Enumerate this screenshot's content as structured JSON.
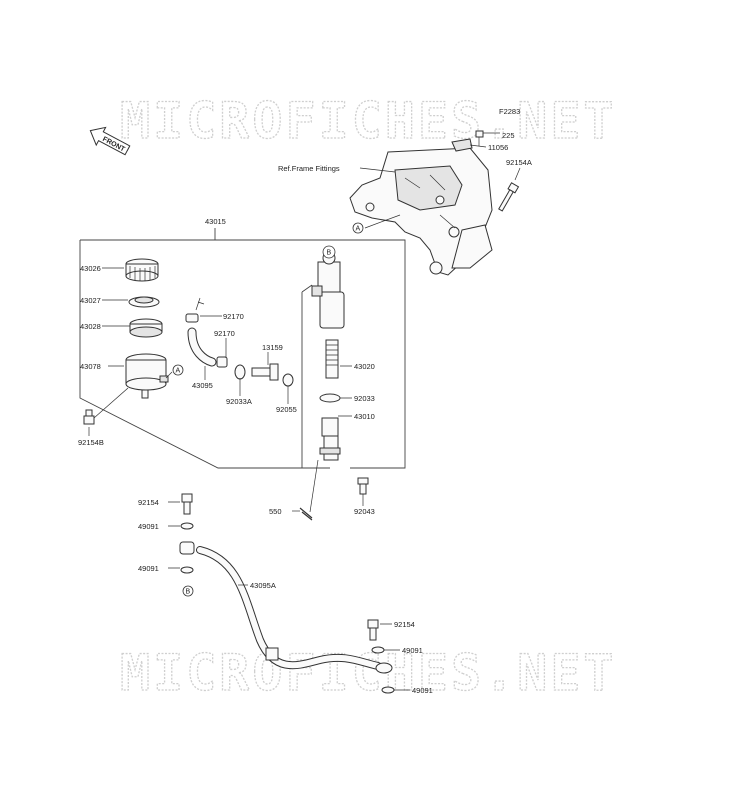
{
  "watermark": {
    "text": "MICROFICHES.NET"
  },
  "front_arrow": {
    "text": "FRONT"
  },
  "ref_note": {
    "text": "Ref.Frame Fittings"
  },
  "callouts": {
    "a": "A",
    "b": "B"
  },
  "labels": {
    "f2283": "F2283",
    "p225": "225",
    "p11056": "11056",
    "p92154a": "92154A",
    "p43015": "43015",
    "p43026": "43026",
    "p43027": "43027",
    "p43028": "43028",
    "p43078": "43078",
    "p92154b": "92154B",
    "p92170a": "92170",
    "p92170b": "92170",
    "p43095": "43095",
    "p92033a": "92033A",
    "p13159": "13159",
    "p92055": "92055",
    "p43020": "43020",
    "p92033": "92033",
    "p43010": "43010",
    "p550": "550",
    "p92043": "92043",
    "p92154c": "92154",
    "p49091a": "49091",
    "p49091b": "49091",
    "p43095a": "43095A",
    "p92154d": "92154",
    "p49091c": "49091",
    "p49091d": "49091"
  }
}
